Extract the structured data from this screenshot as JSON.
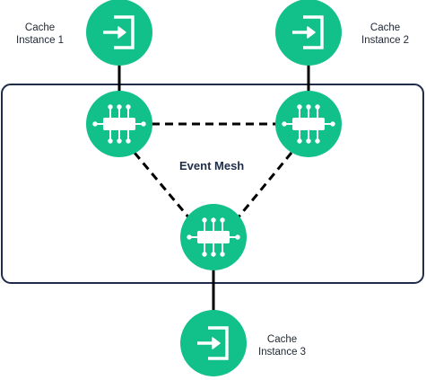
{
  "diagram": {
    "region_title": "Event Mesh",
    "colors": {
      "node": "#12c08a",
      "region_border": "#1f2d4a",
      "line": "#000000",
      "glyph": "#ffffff"
    },
    "cache_instances": [
      {
        "id": "cache-1",
        "line1": "Cache",
        "line2": "Instance 1",
        "icon": "login-icon"
      },
      {
        "id": "cache-2",
        "line1": "Cache",
        "line2": "Instance 2",
        "icon": "login-icon"
      },
      {
        "id": "cache-3",
        "line1": "Cache",
        "line2": "Instance 3",
        "icon": "login-icon"
      }
    ],
    "brokers": [
      {
        "id": "broker-1",
        "icon": "event-broker-icon"
      },
      {
        "id": "broker-2",
        "icon": "event-broker-icon"
      },
      {
        "id": "broker-3",
        "icon": "event-broker-icon"
      }
    ],
    "connections": [
      {
        "from": "cache-1",
        "to": "broker-1",
        "style": "solid"
      },
      {
        "from": "cache-2",
        "to": "broker-2",
        "style": "solid"
      },
      {
        "from": "cache-3",
        "to": "broker-3",
        "style": "solid"
      },
      {
        "from": "broker-1",
        "to": "broker-2",
        "style": "dashed"
      },
      {
        "from": "broker-1",
        "to": "broker-3",
        "style": "dashed"
      },
      {
        "from": "broker-2",
        "to": "broker-3",
        "style": "dashed"
      }
    ]
  }
}
